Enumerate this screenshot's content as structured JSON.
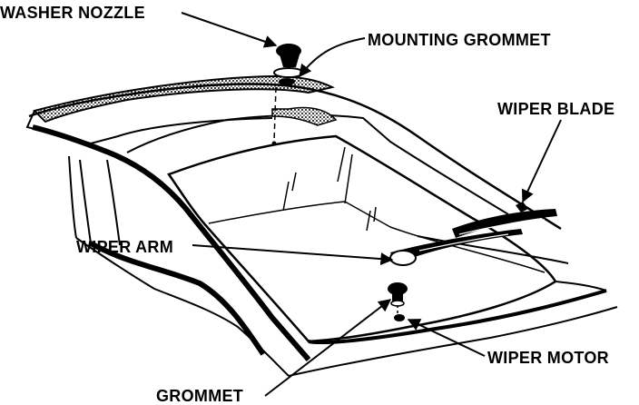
{
  "labels": {
    "washer_nozzle": "WASHER NOZZLE",
    "mounting_grommet": "MOUNTING GROMMET",
    "wiper_blade": "WIPER BLADE",
    "wiper_arm": "WIPER ARM",
    "wiper_motor": "WIPER MOTOR",
    "grommet": "GROMMET"
  },
  "colors": {
    "ink": "#000000",
    "paper": "#ffffff"
  }
}
